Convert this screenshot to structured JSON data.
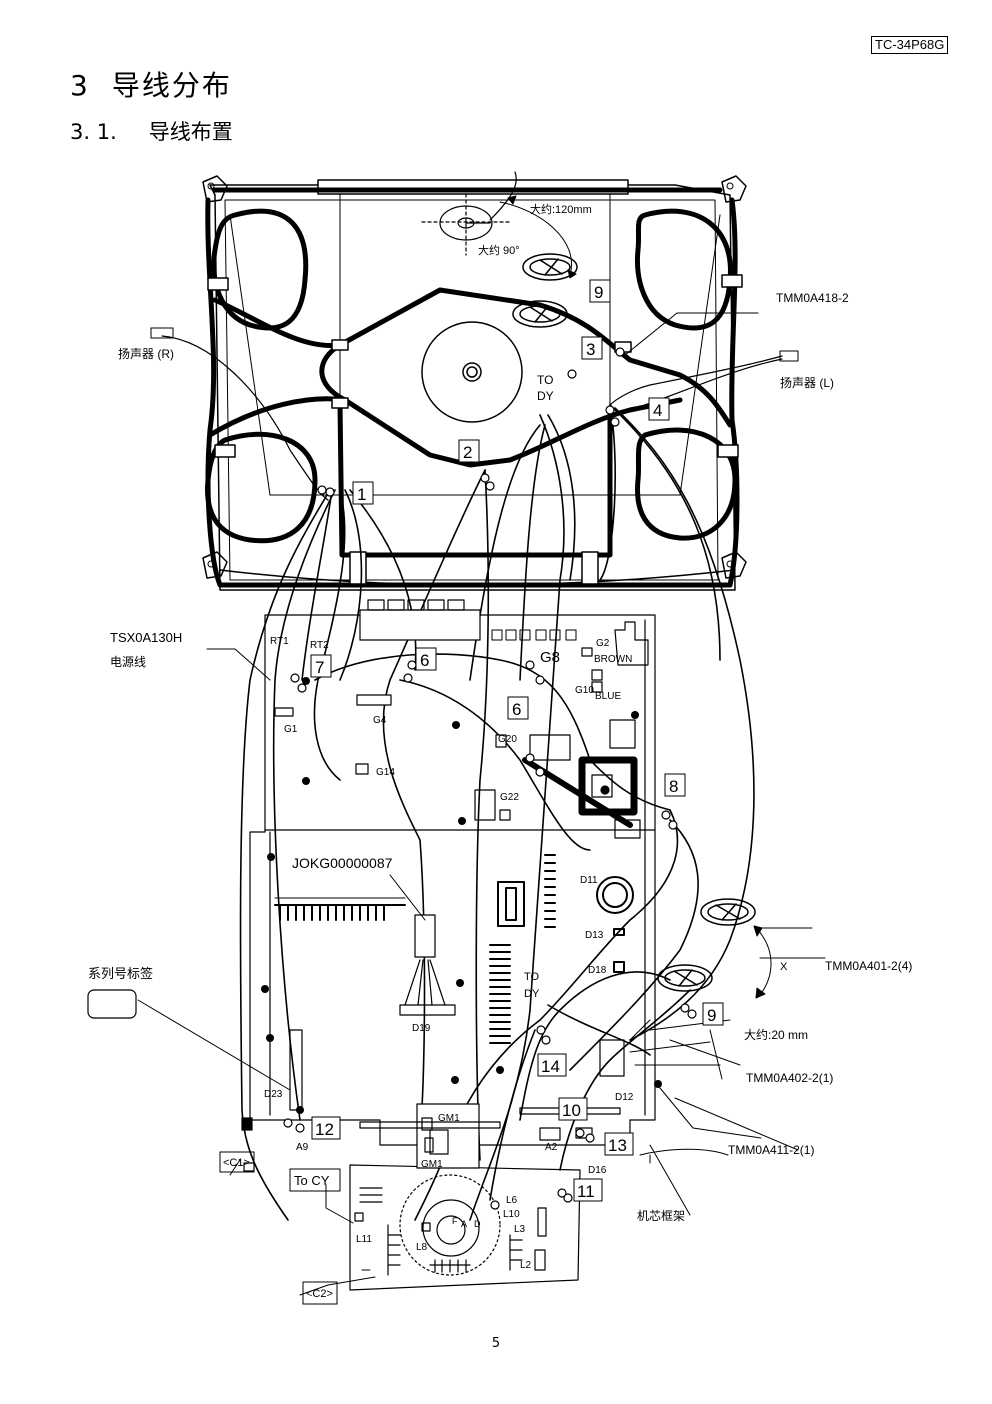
{
  "header": {
    "model": "TC-34P68G"
  },
  "section": {
    "number": "3",
    "title": "导线分布"
  },
  "subsection": {
    "number": "3. 1.",
    "title": "导线布置"
  },
  "labels": {
    "approx120": "大约:120mm",
    "approx90": "大约 90°",
    "speaker_r": "扬声器 (R)",
    "speaker_l": "扬声器 (L)",
    "tmm418": "TMM0A418-2",
    "to_dy_top": [
      "TO",
      "DY"
    ],
    "tsx": "TSX0A130H",
    "power_cord": "电源线",
    "rt1": "RT1",
    "rt2": "RT2",
    "g1": "G1",
    "g2": "G2",
    "g4": "G4",
    "g8": "G8",
    "g10": "G10",
    "g14": "G14",
    "g20": "G20",
    "g22": "G22",
    "brown": "BROWN",
    "blue": "BLUE",
    "jokg": "JOKG00000087",
    "d11": "D11",
    "d12": "D12",
    "d13": "D13",
    "d16": "D16",
    "d18": "D18",
    "d19": "D19",
    "d23": "D23",
    "a2": "A2",
    "a9": "A9",
    "gm1": "GM1",
    "gm1b": "GM1",
    "serial_label": "系列号标签",
    "to_dy_mid": [
      "TO",
      "DY"
    ],
    "x": "X",
    "tmm401": "TMM0A401-2(4)",
    "approx20": "大约:20 mm",
    "tmm402": "TMM0A402-2(1)",
    "tmm411": "TMM0A411-2(1)",
    "chassis": "机芯框架",
    "c1": "<C1>",
    "c2": "<C2>",
    "to_cy": "To CY",
    "l2": "L2",
    "l3": "L3",
    "l6": "L6",
    "l8": "L8",
    "l10": "L10",
    "l11": "L11",
    "coil_f": "F",
    "coil_a": "A",
    "coil_d": "D"
  },
  "callouts": [
    "1",
    "2",
    "3",
    "4",
    "6",
    "6",
    "7",
    "8",
    "9",
    "9",
    "10",
    "11",
    "12",
    "13",
    "14"
  ],
  "footer": {
    "page": "5"
  }
}
